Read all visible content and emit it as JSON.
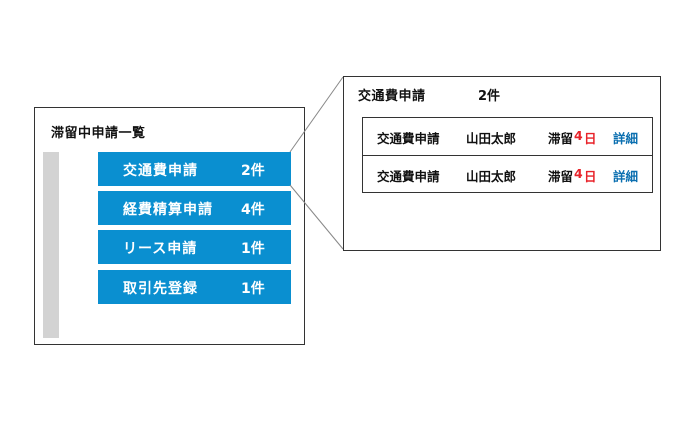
{
  "list_panel": {
    "title": "滞留中申請一覧",
    "items": [
      {
        "label": "交通費申請",
        "count": "2件"
      },
      {
        "label": "経費精算申請",
        "count": "4件"
      },
      {
        "label": "リース申請",
        "count": "1件"
      },
      {
        "label": "取引先登録",
        "count": "1件"
      }
    ]
  },
  "detail_panel": {
    "title": "交通費申請",
    "count": "2件",
    "rows": [
      {
        "doc": "交通費申請",
        "person": "山田太郎",
        "stay_label": "滞留",
        "days": "4",
        "day_unit": "日",
        "link": "詳細"
      },
      {
        "doc": "交通費申請",
        "person": "山田太郎",
        "stay_label": "滞留",
        "days": "4",
        "day_unit": "日",
        "link": "詳細"
      }
    ]
  },
  "colors": {
    "item_bg": "#0a8fd0",
    "days_highlight": "#e8232a",
    "link": "#0b6fb0",
    "scrollbar": "#d3d3d3"
  }
}
